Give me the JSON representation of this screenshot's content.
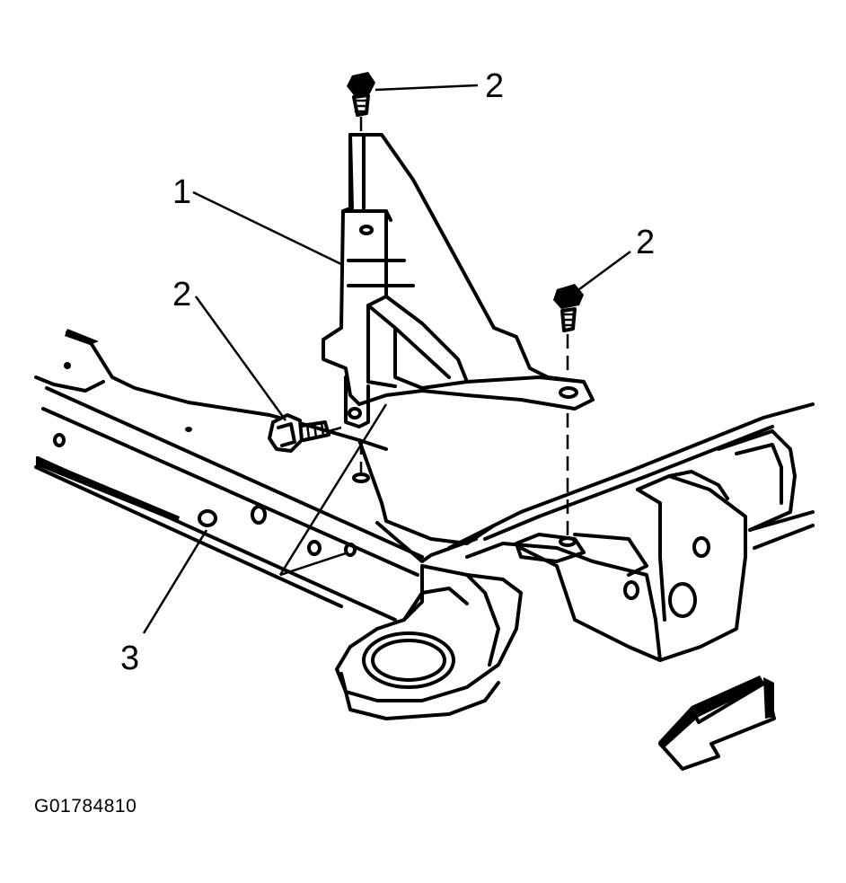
{
  "figure": {
    "id_label": "G01784810"
  },
  "callouts": {
    "bracket": "1",
    "bolt_top": "2",
    "bolt_right": "2",
    "bolt_left": "2",
    "frame": "3"
  },
  "icons": {
    "direction_arrow": "front-direction-arrow-icon"
  },
  "colors": {
    "line": "#000000",
    "background": "#ffffff"
  }
}
